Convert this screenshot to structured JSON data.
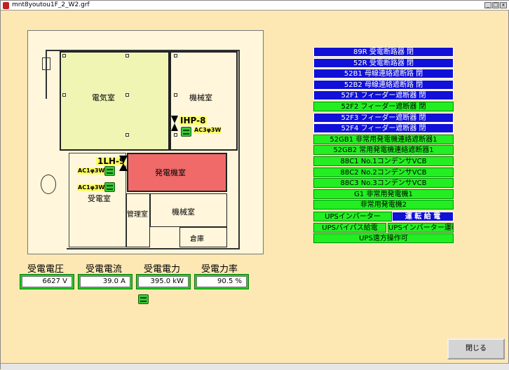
{
  "window": {
    "title": "mnt8youtou1F_2_W2.grf",
    "minimize": "_",
    "maximize": "□",
    "close": "x"
  },
  "rooms": {
    "denki": "電気室",
    "kikai_top": "機械室",
    "hatsuden": "発電機室",
    "juden": "受電室",
    "kanri": "管理室",
    "kikai_bottom": "機械室",
    "souko": "倉庫"
  },
  "devices": {
    "ihp8_tag": "IHP-8",
    "ihp8_ac": "AC3φ3W",
    "ilh9_tag": "1LH-9",
    "ilh9_ac1": "AC1φ3W",
    "ilh9_ac2": "AC1φ3W"
  },
  "meters": [
    {
      "label": "受電電圧",
      "value": "6627 V"
    },
    {
      "label": "受電電流",
      "value": "39.0 A"
    },
    {
      "label": "受電電力",
      "value": "395.0 kW"
    },
    {
      "label": "受電力率",
      "value": "90.5 %"
    }
  ],
  "status_items": [
    {
      "label": "89R 受電断路器 閉",
      "color": "blue"
    },
    {
      "label": "52R 受電断路器 閉",
      "color": "blue"
    },
    {
      "label": "52B1 母線連絡遮断路 閉",
      "color": "blue"
    },
    {
      "label": "52B2 母線連絡遮断路 閉",
      "color": "blue"
    },
    {
      "label": "52F1 フィーダー遮断器 閉",
      "color": "blue"
    },
    {
      "label": "52F2 フィーダー遮断器 閉",
      "color": "green"
    },
    {
      "label": "52F3 フィーダー遮断器 閉",
      "color": "blue"
    },
    {
      "label": "52F4 フィーダー遮断器 閉",
      "color": "blue"
    },
    {
      "label": "52GB1 非常用発電機連絡遮断器1",
      "color": "green"
    },
    {
      "label": "52GB2 常用発電機連絡遮断器1",
      "color": "green"
    },
    {
      "label": "88C1 No.1コンデンサVCB",
      "color": "green"
    },
    {
      "label": "88C2 No.2コンデンサVCB",
      "color": "green"
    },
    {
      "label": "88C3 No.3コンデンサVCB",
      "color": "green"
    },
    {
      "label": "G1 非常用発電機1",
      "color": "green"
    },
    {
      "label": "非常用発電機2",
      "color": "green"
    }
  ],
  "ups": {
    "inverter_label": "UPSインバーター",
    "inverter_state": "運 転 給 電",
    "bypass_label": "UPSバイパス給電",
    "inverter_run_label": "UPSインバーター運転",
    "remote_label": "UPS遠方操作可"
  },
  "close_button": "閉じる",
  "colors": {
    "background": "#fde8b4",
    "status_blue": "#1010d8",
    "status_green": "#22ee22",
    "room_denki": "#f0f5b4",
    "room_hatsuden": "#f06a6a"
  }
}
